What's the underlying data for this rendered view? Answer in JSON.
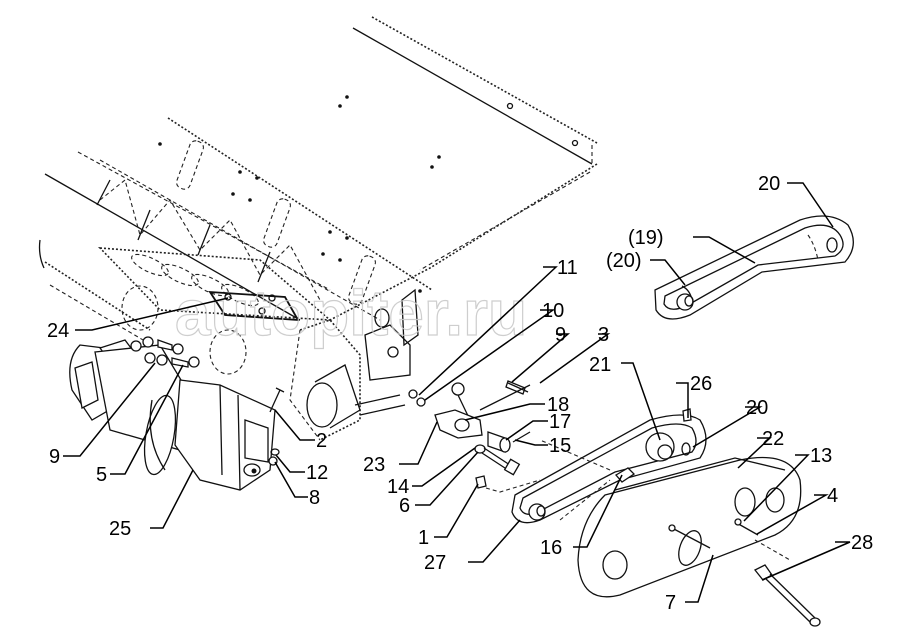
{
  "diagram": {
    "type": "exploded-parts-diagram",
    "subject": "Drive motor, chain drive and chain guard assembly",
    "watermark": "autopiter.ru",
    "callouts": [
      {
        "id": "c20a",
        "label": "20"
      },
      {
        "id": "c19",
        "label": "(19)"
      },
      {
        "id": "c20b",
        "label": "(20)"
      },
      {
        "id": "c11",
        "label": "11"
      },
      {
        "id": "c10",
        "label": "10"
      },
      {
        "id": "c9a",
        "label": "9"
      },
      {
        "id": "c3",
        "label": "3"
      },
      {
        "id": "c21",
        "label": "21"
      },
      {
        "id": "c26",
        "label": "26"
      },
      {
        "id": "c20c",
        "label": "20"
      },
      {
        "id": "c22",
        "label": "22"
      },
      {
        "id": "c13",
        "label": "13"
      },
      {
        "id": "c4",
        "label": "4"
      },
      {
        "id": "c28",
        "label": "28"
      },
      {
        "id": "c7",
        "label": "7"
      },
      {
        "id": "c16",
        "label": "16"
      },
      {
        "id": "c27",
        "label": "27"
      },
      {
        "id": "c1",
        "label": "1"
      },
      {
        "id": "c6",
        "label": "6"
      },
      {
        "id": "c14",
        "label": "14"
      },
      {
        "id": "c23",
        "label": "23"
      },
      {
        "id": "c18",
        "label": "18"
      },
      {
        "id": "c17",
        "label": "17"
      },
      {
        "id": "c15",
        "label": "15"
      },
      {
        "id": "c24",
        "label": "24"
      },
      {
        "id": "c9b",
        "label": "9"
      },
      {
        "id": "c5",
        "label": "5"
      },
      {
        "id": "c25",
        "label": "25"
      },
      {
        "id": "c2",
        "label": "2"
      },
      {
        "id": "c12",
        "label": "12"
      },
      {
        "id": "c8",
        "label": "8"
      }
    ]
  }
}
